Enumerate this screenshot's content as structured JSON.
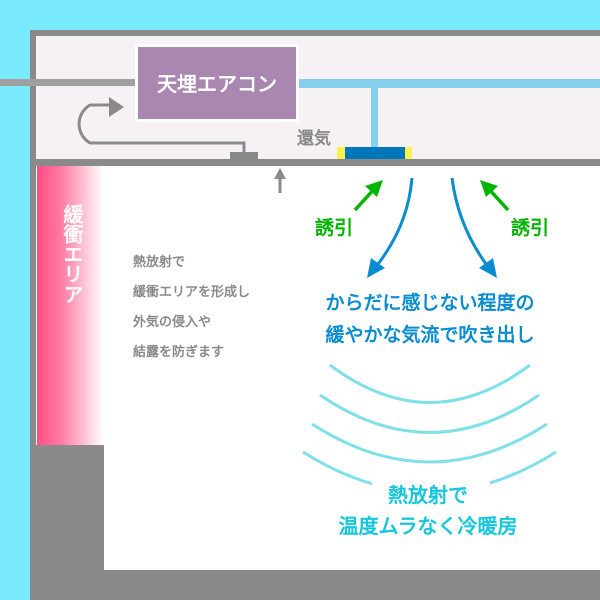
{
  "unit_label": "天埋エアコン",
  "return_air_label": "還気",
  "induction_left": "誘引",
  "induction_right": "誘引",
  "buffer_area_label": "緩衝エリア",
  "buffer_description": [
    "熱放射で",
    "緩衝エリアを形成し",
    "外気の侵入や",
    "結露を防ぎます"
  ],
  "airflow_text": [
    "からだに感じない程度の",
    "緩やかな気流で吹き出し"
  ],
  "radiation_text": [
    "熱放射で",
    "温度ムラなく冷暖房"
  ],
  "colors": {
    "outside": "#7aeafe",
    "wall": "#8a8a8a",
    "ceiling_space": "#f5f1f5",
    "unit": "#a987b0",
    "duct": "#87cfee",
    "diffuser": "#0077bb",
    "diffuser_edge": "#fff04f",
    "induction": "#00b400",
    "airflow": "#0a8dd0",
    "radiation": "#7fe0ea",
    "radiation_text": "#18c6dc",
    "buffer": "#ff4e84"
  }
}
